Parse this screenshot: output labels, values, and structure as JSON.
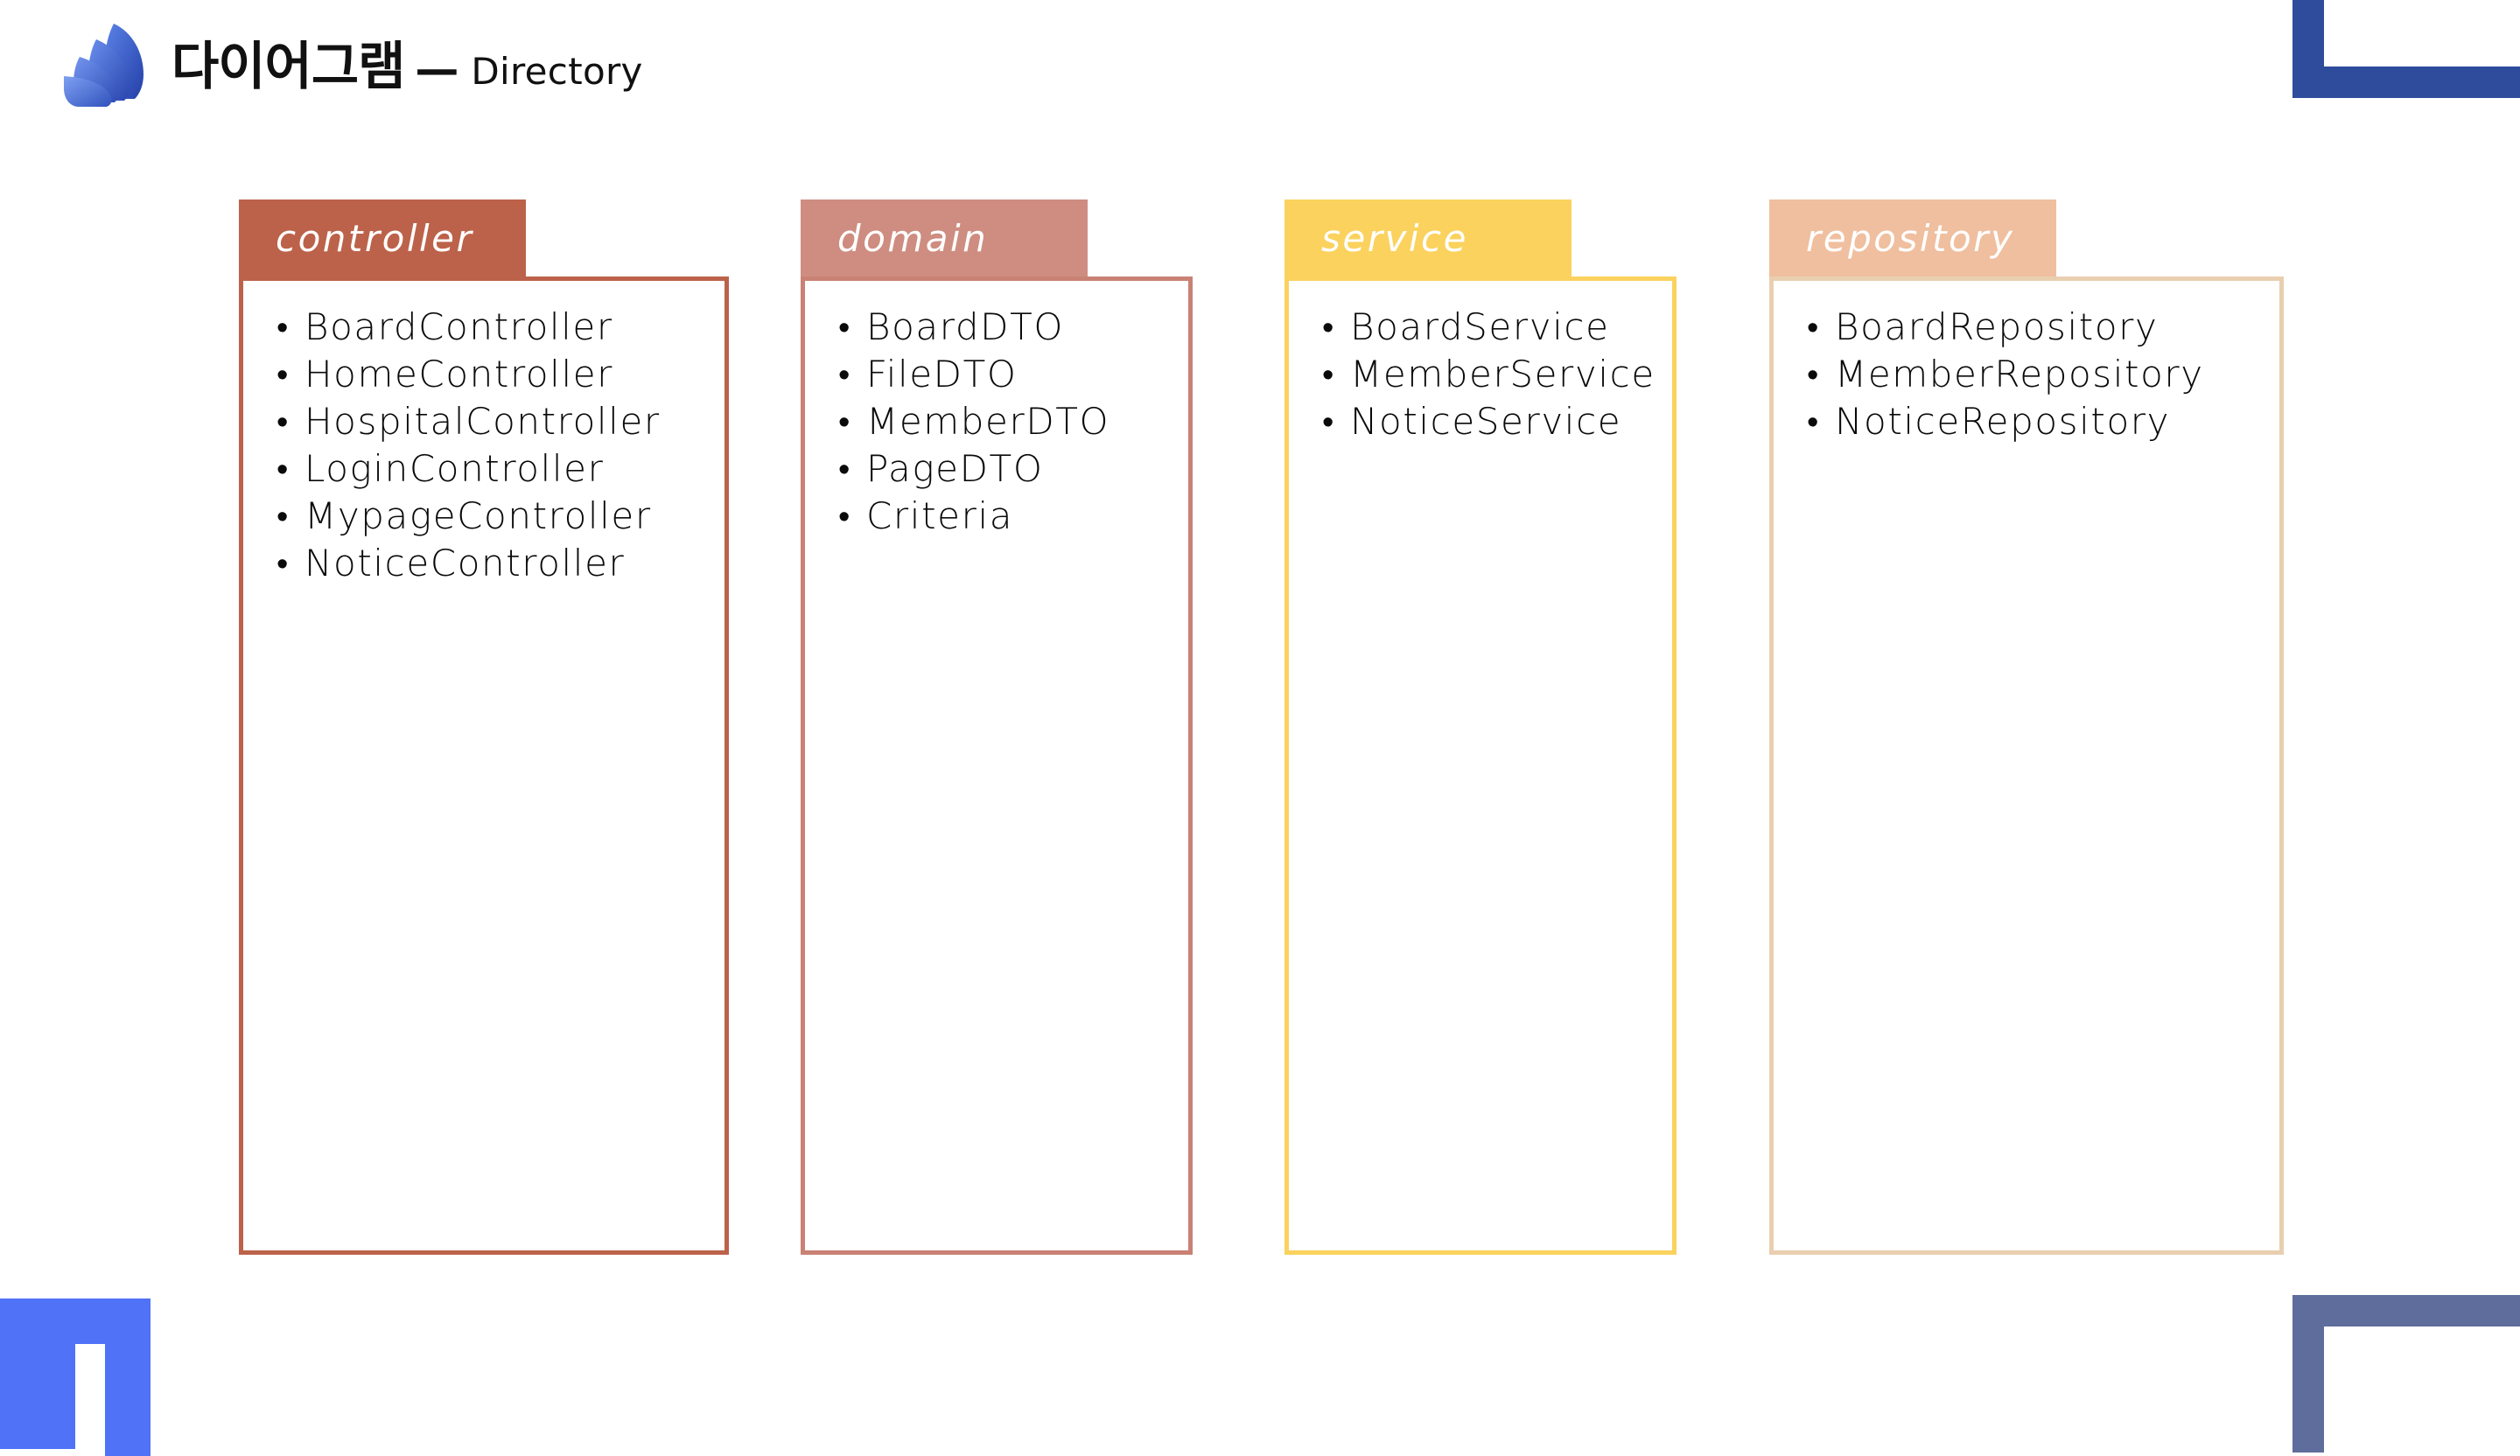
{
  "header": {
    "logo_icon": "feather-wing-logo",
    "title_main": "다이어그램",
    "title_dash": "—",
    "title_sub": "Directory"
  },
  "colors": {
    "controller": "#BC624A",
    "domain": "#CE8D80",
    "service": "#FBD25E",
    "repository": "#EFBF9F",
    "corner_top_right": "#2E4C9B",
    "corner_bottom_left": "#4F72F7",
    "corner_bottom_right": "#5E6D9B"
  },
  "packages": [
    {
      "name": "controller",
      "items": [
        "BoardController",
        "HomeController",
        "HospitalController",
        "LoginController",
        "MypageController",
        "NoticeController"
      ]
    },
    {
      "name": "domain",
      "items": [
        "BoardDTO",
        "FileDTO",
        "MemberDTO",
        "PageDTO",
        "Criteria"
      ]
    },
    {
      "name": "service",
      "items": [
        "BoardService",
        "MemberService",
        "NoticeService"
      ]
    },
    {
      "name": "repository",
      "items": [
        "BoardRepository",
        "MemberRepository",
        "NoticeRepository"
      ]
    }
  ]
}
